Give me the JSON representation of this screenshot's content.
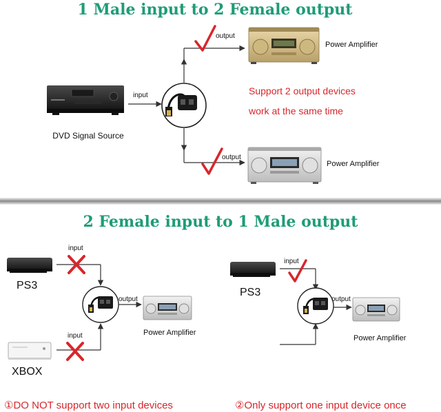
{
  "top": {
    "title": "1 Male input to 2 Female output",
    "source_label": "DVD Signal Source",
    "input_label": "input",
    "output_label_top": "output",
    "output_label_bottom": "output",
    "amp_label_top": "Power Amplifier",
    "amp_label_bottom": "Power Amplifier",
    "support_line1": "Support 2 output devices",
    "support_line2": "work at the same time"
  },
  "bottom": {
    "title": "2 Female input to 1 Male output",
    "left": {
      "device1_label": "PS3",
      "device2_label": "XBOX",
      "input_label_1": "input",
      "input_label_2": "input",
      "output_label": "output",
      "amp_label": "Power Amplifier",
      "caption": "①DO NOT support two input devices"
    },
    "right": {
      "device_label": "PS3",
      "input_label": "input",
      "output_label": "output",
      "amp_label": "Power Amplifier",
      "caption": "②Only support one input device once"
    }
  },
  "colors": {
    "title_green": "#1e9c77",
    "accent_red": "#d8262b",
    "arrow": "#333333",
    "divider": "#8a8a8a"
  },
  "icons": {
    "check": "red-checkmark-icon",
    "cross": "red-cross-icon",
    "splitter": "optical-splitter-icon"
  }
}
